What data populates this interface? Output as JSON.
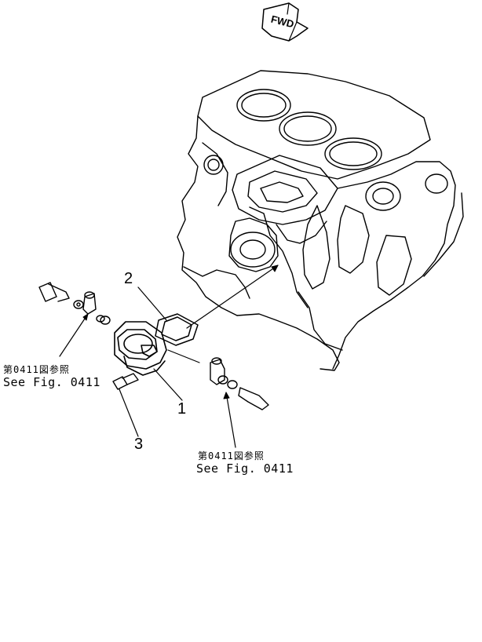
{
  "fwd_label": "FWD",
  "callouts": {
    "part_1": "1",
    "part_2": "2",
    "part_3": "3"
  },
  "references": {
    "left_jp": "第0411図参照",
    "left_en": "See Fig. 0411",
    "right_jp": "第0411図参照",
    "right_en": "See Fig. 0411"
  }
}
